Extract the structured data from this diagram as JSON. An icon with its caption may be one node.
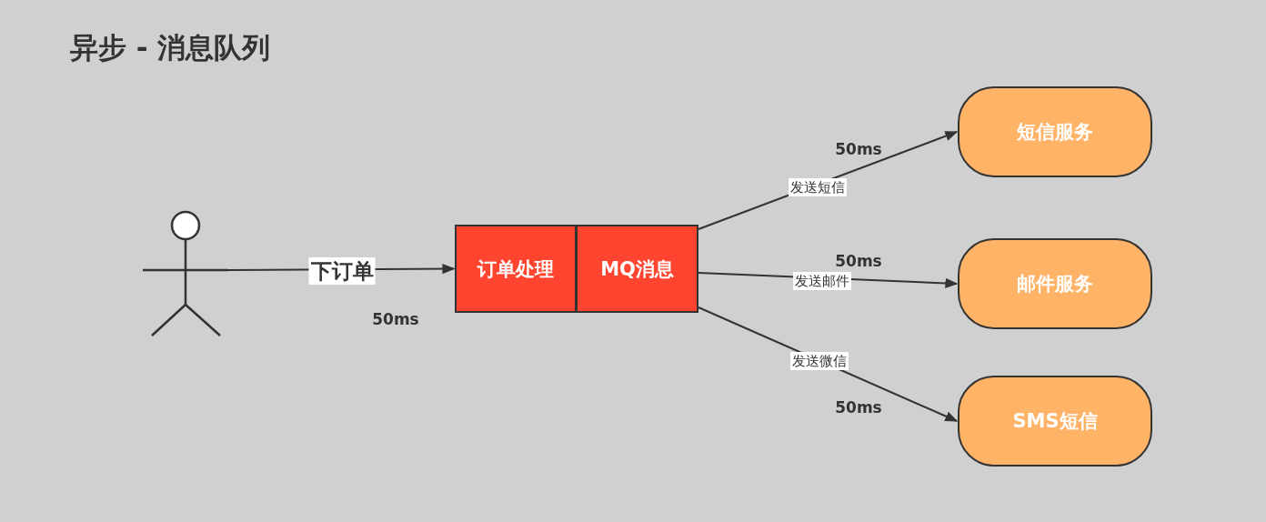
{
  "diagram": {
    "title": "异步 - 消息队列",
    "nodes": [
      {
        "text": [],
        "shape": "person"
      },
      {
        "text": [
          "订单处理"
        ]
      },
      {
        "text": [
          "MQ消息"
        ]
      },
      {
        "text": [
          "短信服务"
        ]
      },
      {
        "text": [
          "邮件服务"
        ]
      },
      {
        "text": [
          "SMS短信"
        ]
      }
    ],
    "edges": [
      {
        "from": 0,
        "to": 1,
        "arrow": "to",
        "label": "下订单"
      },
      {
        "from": 2,
        "to": 3,
        "arrow": "to",
        "label": "发送短信"
      },
      {
        "from": 2,
        "to": 4,
        "arrow": "to",
        "label": "发送邮件"
      },
      {
        "from": 2,
        "to": 5,
        "arrow": "to",
        "label": "发送微信"
      }
    ],
    "labels": [
      "50ms",
      "50ms",
      "50ms",
      "50ms"
    ]
  }
}
